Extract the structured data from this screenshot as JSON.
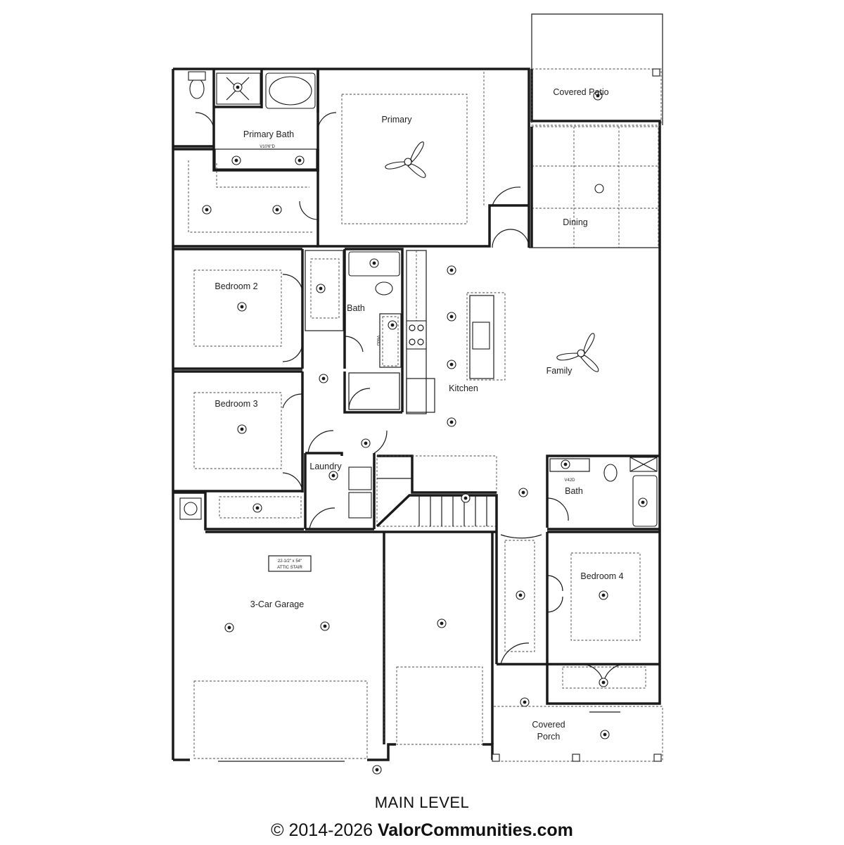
{
  "plan": {
    "title": "MAIN LEVEL",
    "copyright": "© 2014-2026",
    "brand": "ValorCommunities.com",
    "rooms": [
      {
        "key": "primary_bath",
        "label": "Primary Bath"
      },
      {
        "key": "primary",
        "label": "Primary"
      },
      {
        "key": "covered_patio",
        "label": "Covered Patio"
      },
      {
        "key": "dining",
        "label": "Dining"
      },
      {
        "key": "bedroom_2",
        "label": "Bedroom 2"
      },
      {
        "key": "bath_hall",
        "label": "Bath"
      },
      {
        "key": "kitchen",
        "label": "Kitchen"
      },
      {
        "key": "family",
        "label": "Family"
      },
      {
        "key": "bedroom_3",
        "label": "Bedroom 3"
      },
      {
        "key": "laundry",
        "label": "Laundry"
      },
      {
        "key": "bath_4",
        "label": "Bath"
      },
      {
        "key": "bedroom_4",
        "label": "Bedroom 4"
      },
      {
        "key": "garage",
        "label": "3-Car Garage"
      },
      {
        "key": "covered_porch_1",
        "label": "Covered"
      },
      {
        "key": "covered_porch_2",
        "label": "Porch"
      }
    ],
    "notes": {
      "vanity_primary": "V10'6\"D",
      "vanity_bath": "V60D",
      "vanity_bath4": "V42D",
      "attic_1": "22-1/2\" x 54\"",
      "attic_2": "ATTIC STAIR"
    }
  }
}
